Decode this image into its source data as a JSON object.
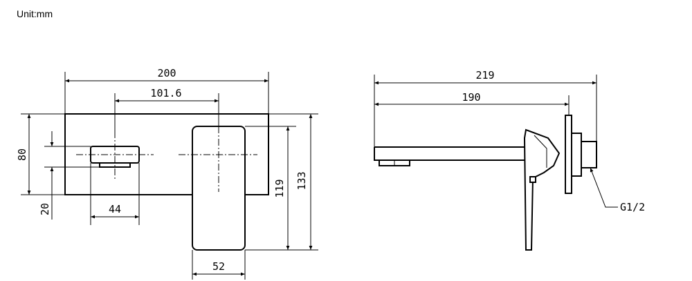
{
  "unit_label": "Unit:mm",
  "dimensions": {
    "d200": "200",
    "d101_6": "101.6",
    "d80": "80",
    "d20": "20",
    "d44": "44",
    "d119": "119",
    "d133": "133",
    "d52": "52",
    "d219": "219",
    "d190": "190"
  },
  "thread_label": "G1/2"
}
